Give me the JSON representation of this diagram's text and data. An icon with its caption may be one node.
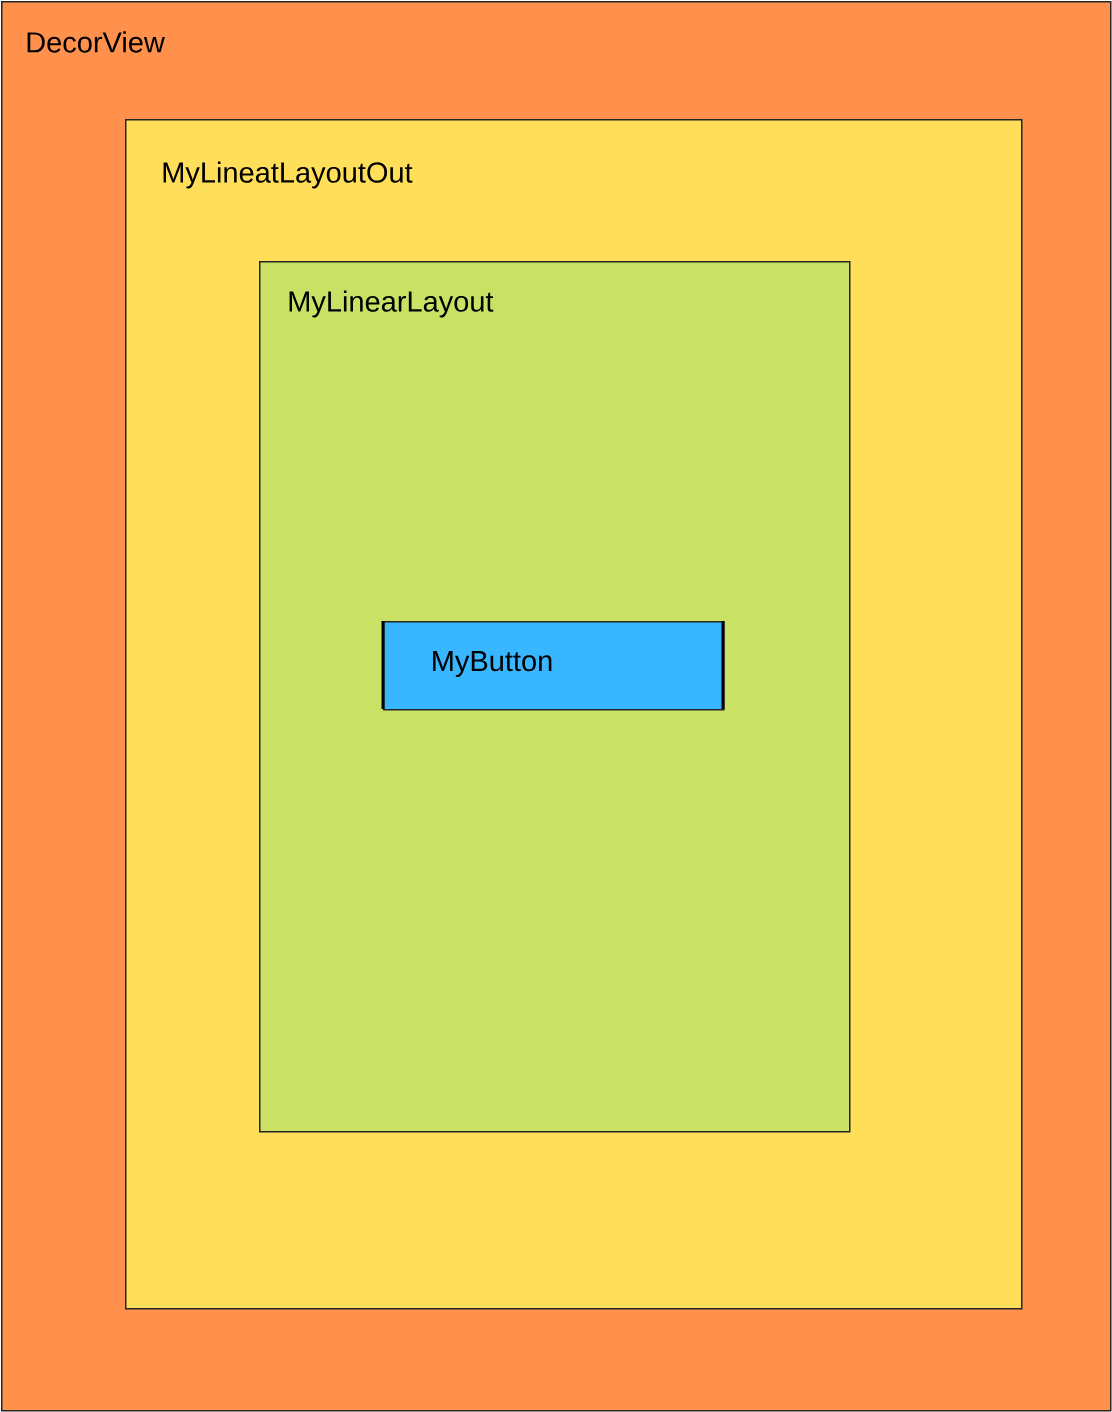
{
  "diagram": {
    "nodes": [
      {
        "text": [
          "DecorView"
        ]
      },
      {
        "text": [
          "MyLineatLayoutOut"
        ],
        "in": 0
      },
      {
        "text": [
          "MyLinearLayout"
        ],
        "in": 1
      },
      {
        "text": [
          "MyButton"
        ],
        "in": 2
      }
    ]
  }
}
